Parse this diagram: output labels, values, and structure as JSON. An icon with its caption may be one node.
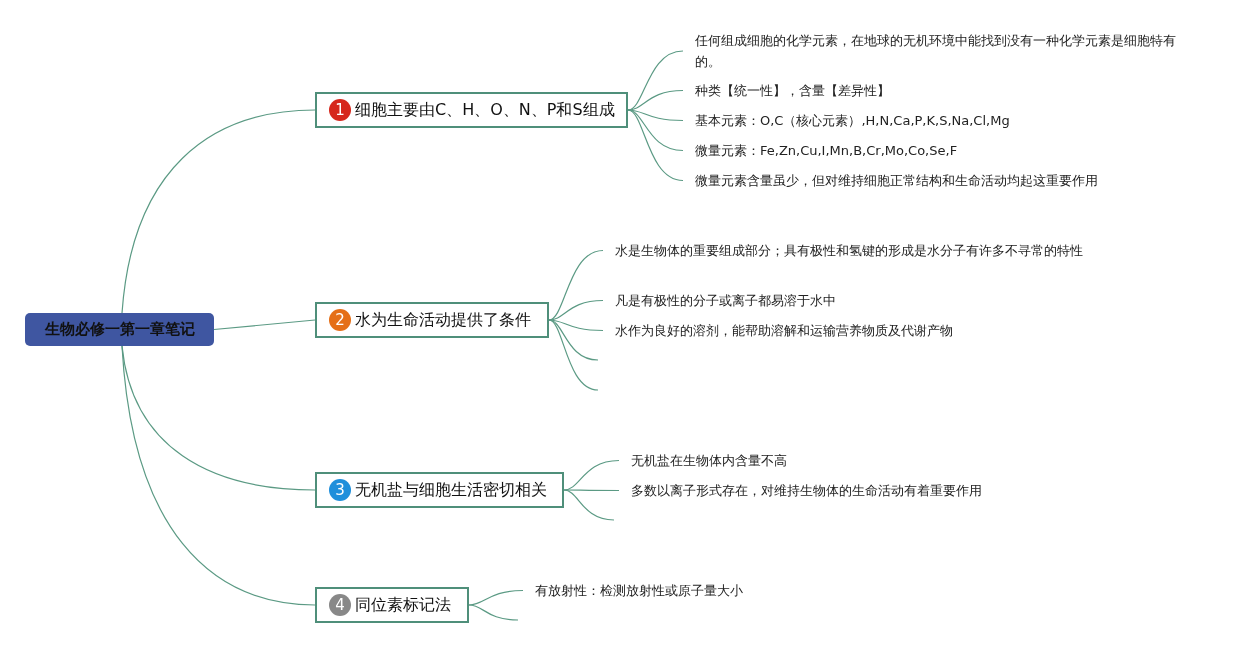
{
  "diagram": {
    "nodes": [
      {
        "text": [
          "生物必修一第一章笔记"
        ]
      },
      {
        "text": [
          "1",
          "细胞主要由C、H、O、N、P和S组成"
        ]
      },
      {
        "text": [
          "任何组成细胞的化学元素，在地球的无机环境中能找到没有一种化学元素是细胞特有的。"
        ]
      },
      {
        "text": [
          "种类【统一性】，含量【差异性】"
        ]
      },
      {
        "text": [
          "基本元素：O,C（核心元素）,H,N,Ca,P,K,S,Na,Cl,Mg"
        ]
      },
      {
        "text": [
          "微量元素：Fe,Zn,Cu,I,Mn,B,Cr,Mo,Co,Se,F"
        ]
      },
      {
        "text": [
          "微量元素含量虽少，但对维持细胞正常结构和生命活动均起这重要作用"
        ]
      },
      {
        "text": [
          "2",
          "水为生命活动提供了条件"
        ]
      },
      {
        "text": [
          "水是生物体的重要组成部分；具有极性和氢键的形成是水分子有许多不寻常的特性"
        ]
      },
      {
        "text": [
          "凡是有极性的分子或离子都易溶于水中"
        ]
      },
      {
        "text": [
          "水作为良好的溶剂，能帮助溶解和运输营养物质及代谢产物"
        ]
      },
      {
        "text": [
          "3",
          "无机盐与细胞生活密切相关"
        ]
      },
      {
        "text": [
          "无机盐在生物体内含量不高"
        ]
      },
      {
        "text": [
          "多数以离子形式存在，对维持生物体的生命活动有着重要作用"
        ]
      },
      {
        "text": [
          "4",
          "同位素标记法"
        ]
      },
      {
        "text": [
          "有放射性：检测放射性或原子量大小"
        ]
      }
    ],
    "edges": [
      {
        "from": 0,
        "to": 1,
        "arrow": "none"
      },
      {
        "from": 1,
        "to": 2,
        "arrow": "none"
      },
      {
        "from": 1,
        "to": 3,
        "arrow": "none"
      },
      {
        "from": 1,
        "to": 4,
        "arrow": "none"
      },
      {
        "from": 1,
        "to": 5,
        "arrow": "none"
      },
      {
        "from": 1,
        "to": 6,
        "arrow": "none"
      },
      {
        "from": 0,
        "to": 7,
        "arrow": "none"
      },
      {
        "from": 7,
        "to": 8,
        "arrow": "none"
      },
      {
        "from": 7,
        "to": 9,
        "arrow": "none"
      },
      {
        "from": 7,
        "to": 10,
        "arrow": "none"
      },
      {
        "from": 7,
        "to": null,
        "arrow": "none"
      },
      {
        "from": 7,
        "to": null,
        "arrow": "none"
      },
      {
        "from": 0,
        "to": 11,
        "arrow": "none"
      },
      {
        "from": 11,
        "to": 12,
        "arrow": "none"
      },
      {
        "from": 11,
        "to": 13,
        "arrow": "none"
      },
      {
        "from": 11,
        "to": null,
        "arrow": "none"
      },
      {
        "from": 0,
        "to": 14,
        "arrow": "none"
      },
      {
        "from": 14,
        "to": 15,
        "arrow": "none"
      },
      {
        "from": 14,
        "to": null,
        "arrow": "none"
      }
    ]
  }
}
